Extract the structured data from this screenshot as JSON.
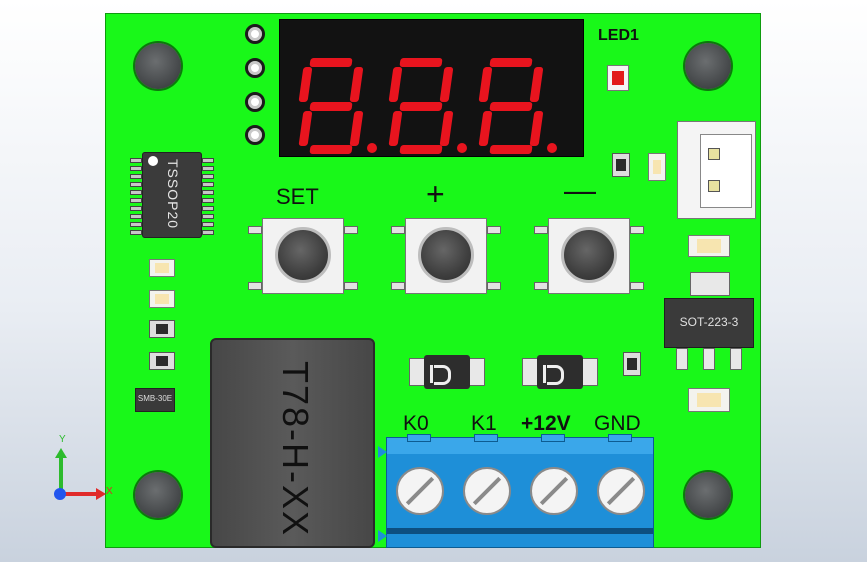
{
  "board": {
    "led_label": "LED1",
    "ic_label": "TSSOP20",
    "relay_label": "T78-H-XX",
    "regulator_label": "SOT-223-3",
    "small_ic_label": "SMB-30E"
  },
  "display": {
    "digits": "8.8.8."
  },
  "buttons": [
    {
      "label": "SET"
    },
    {
      "label": "+"
    },
    {
      "label": "—"
    }
  ],
  "terminal": {
    "pins": [
      {
        "label": "K0"
      },
      {
        "label": "K1"
      },
      {
        "label": "+12V"
      },
      {
        "label": "GND"
      }
    ]
  },
  "axes": {
    "y_label": "Y",
    "x_label": "X"
  },
  "colors": {
    "pcb": "#19f819",
    "display_red": "#e8141e",
    "terminal_blue": "#1e8fd8"
  }
}
